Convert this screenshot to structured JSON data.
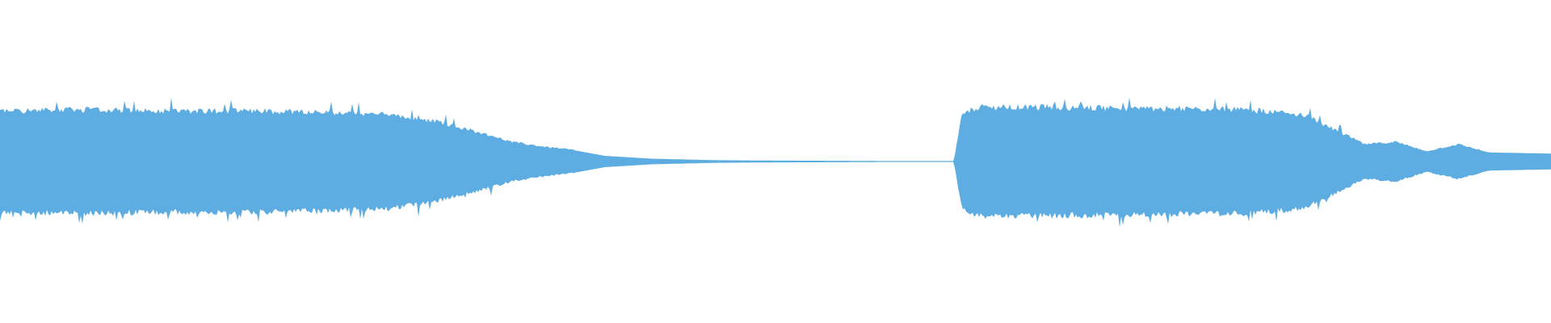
{
  "waveform": {
    "color": "#5dade2",
    "background": "#ffffff",
    "amplitude_envelope": [
      {
        "t": 0.0,
        "a": 0.44
      },
      {
        "t": 0.05,
        "a": 0.45
      },
      {
        "t": 0.1,
        "a": 0.44
      },
      {
        "t": 0.15,
        "a": 0.44
      },
      {
        "t": 0.2,
        "a": 0.43
      },
      {
        "t": 0.25,
        "a": 0.41
      },
      {
        "t": 0.28,
        "a": 0.35
      },
      {
        "t": 0.31,
        "a": 0.25
      },
      {
        "t": 0.33,
        "a": 0.17
      },
      {
        "t": 0.35,
        "a": 0.13
      },
      {
        "t": 0.37,
        "a": 0.1
      },
      {
        "t": 0.39,
        "a": 0.05
      },
      {
        "t": 0.42,
        "a": 0.025
      },
      {
        "t": 0.46,
        "a": 0.012
      },
      {
        "t": 0.5,
        "a": 0.008
      },
      {
        "t": 0.55,
        "a": 0.006
      },
      {
        "t": 0.57,
        "a": 0.004
      },
      {
        "t": 0.615,
        "a": 0.004
      },
      {
        "t": 0.62,
        "a": 0.4
      },
      {
        "t": 0.63,
        "a": 0.47
      },
      {
        "t": 0.68,
        "a": 0.47
      },
      {
        "t": 0.74,
        "a": 0.46
      },
      {
        "t": 0.8,
        "a": 0.45
      },
      {
        "t": 0.84,
        "a": 0.41
      },
      {
        "t": 0.86,
        "a": 0.28
      },
      {
        "t": 0.88,
        "a": 0.15
      },
      {
        "t": 0.9,
        "a": 0.17
      },
      {
        "t": 0.92,
        "a": 0.09
      },
      {
        "t": 0.94,
        "a": 0.15
      },
      {
        "t": 0.96,
        "a": 0.08
      },
      {
        "t": 1.0,
        "a": 0.07
      }
    ]
  }
}
